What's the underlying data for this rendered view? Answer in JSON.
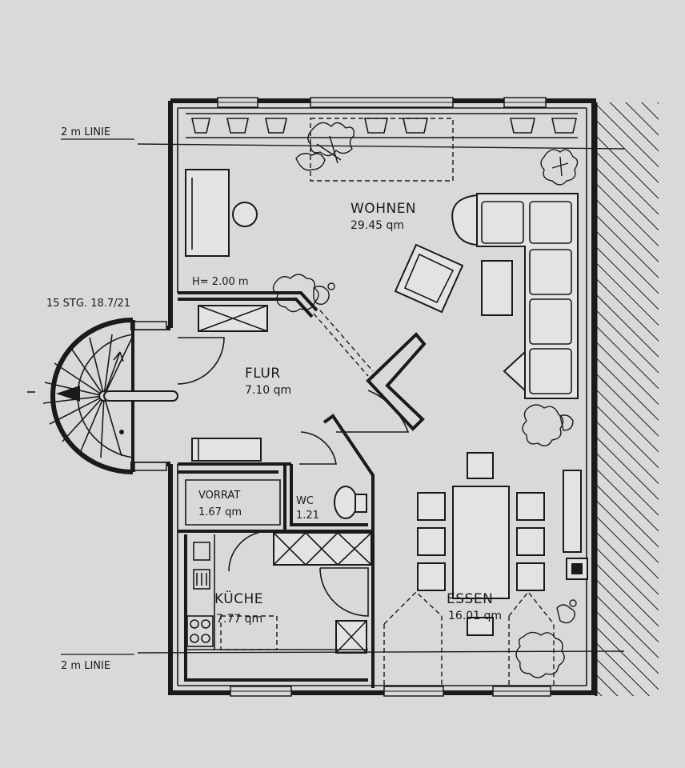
{
  "rooms": {
    "wohnen": {
      "name": "WOHNEN",
      "area": "29.45 qm"
    },
    "flur": {
      "name": "FLUR",
      "area": "7.10 qm"
    },
    "vorrat": {
      "name": "VORRAT",
      "area": "1.67 qm"
    },
    "wc": {
      "name": "WC",
      "area": "1.21"
    },
    "kueche": {
      "name": "KÜCHE",
      "area": "7.77 qm"
    },
    "essen": {
      "name": "ESSEN",
      "area": "16.01 qm"
    }
  },
  "annotations": {
    "line_top": "2 m LINIE",
    "line_bottom": "2 m LINIE",
    "height_note": "H= 2.00 m",
    "stairs_note": "15 STG. 18.7/21"
  },
  "colors": {
    "background": "#d9d9d9",
    "ink": "#1a1a1a"
  }
}
